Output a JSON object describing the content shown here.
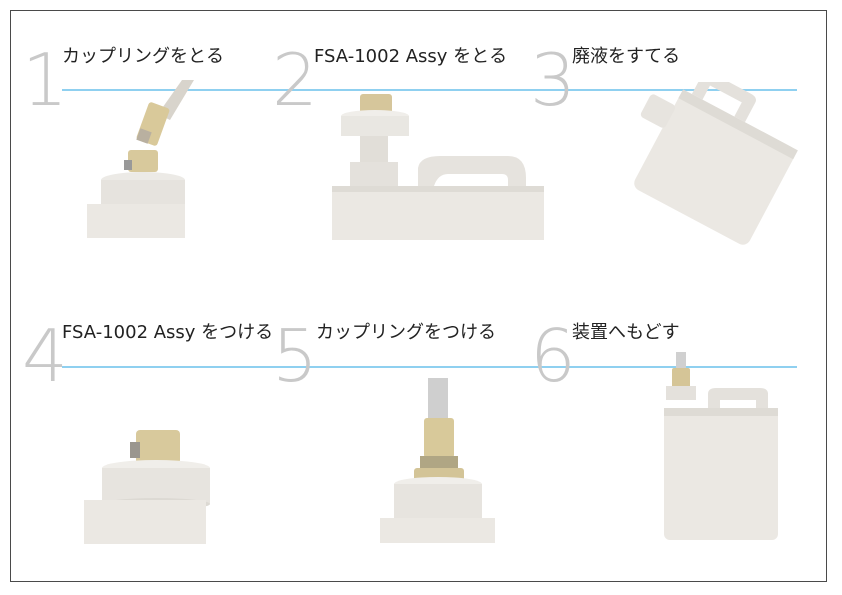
{
  "steps": [
    {
      "number": "1",
      "title": "カップリングをとる",
      "photo": "coupling-removal-photo"
    },
    {
      "number": "2",
      "title": "FSA-1002 Assy をとる",
      "photo": "assy-removal-photo"
    },
    {
      "number": "3",
      "title": "廃液をすてる",
      "photo": "discard-waste-photo"
    },
    {
      "number": "4",
      "title": "FSA-1002 Assy をつける",
      "photo": "assy-attach-photo"
    },
    {
      "number": "5",
      "title": "カップリングをつける",
      "photo": "coupling-attach-photo"
    },
    {
      "number": "6",
      "title": "装置へもどす",
      "photo": "return-to-device-photo"
    }
  ]
}
